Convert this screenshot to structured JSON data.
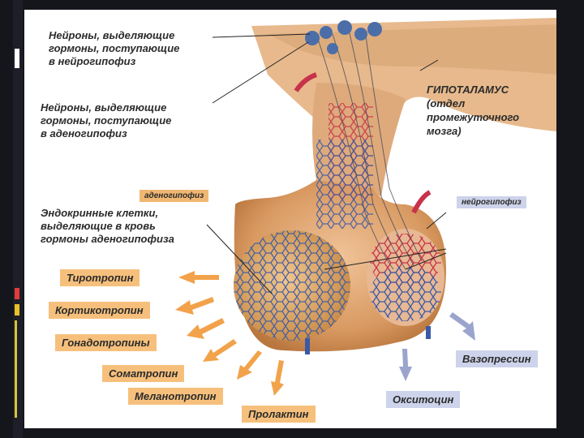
{
  "labels": {
    "neurons_neuro": "Нейроны, выделяющие\nгормоны, поступающие\nв нейрогипофиз",
    "neurons_adeno": "Нейроны, выделяющие\nгормоны, поступающие\nв аденогипофиз",
    "hypothalamus_title": "ГИПОТАЛАМУС",
    "hypothalamus_sub": "(отдел\nпромежуточного\nмозга)",
    "adenohypophysis": "аденогипофиз",
    "neurohypophysis": "нейрогипофиз",
    "endocrine_cells": "Эндокринные клетки,\nвыделяющие в кровь\nгормоны аденогипофиза"
  },
  "hormones_adeno": [
    "Тиротропин",
    "Кортикотропин",
    "Гонадотропины",
    "Соматропин",
    "Меланотропин",
    "Пролактин"
  ],
  "hormones_neuro": [
    "Вазопрессин",
    "Окситоцин"
  ],
  "colors": {
    "tag_orange": "#f6c07c",
    "tag_blue": "#cdd3ea",
    "arrow_orange": "#f2a24a",
    "arrow_blue": "#9aa4cc",
    "tissue": "#e2a977",
    "vessel_red": "#c8324a",
    "vessel_blue": "#3a5aa6"
  }
}
